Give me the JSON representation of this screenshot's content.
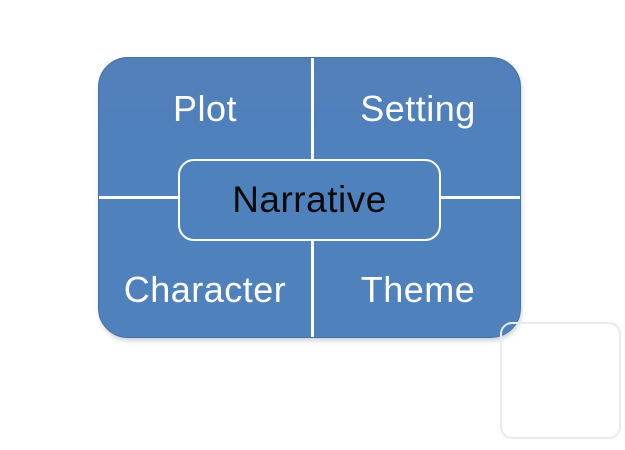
{
  "diagram": {
    "type": "matrix",
    "center_label": "Narrative",
    "quadrants": [
      {
        "position": "top-left",
        "label": "Plot"
      },
      {
        "position": "top-right",
        "label": "Setting"
      },
      {
        "position": "bottom-left",
        "label": "Character"
      },
      {
        "position": "bottom-right",
        "label": "Theme"
      }
    ]
  },
  "colors": {
    "shape_fill": "#4f81bd",
    "shape_edge": "#44719f",
    "divider": "#fdfdfd",
    "quadrant_text": "#ffffff",
    "center_fill": "#4f81bd",
    "center_border": "#ffffff",
    "center_text": "#0a0a0a",
    "background": "#ffffff",
    "watermark": "#ebebeb"
  }
}
